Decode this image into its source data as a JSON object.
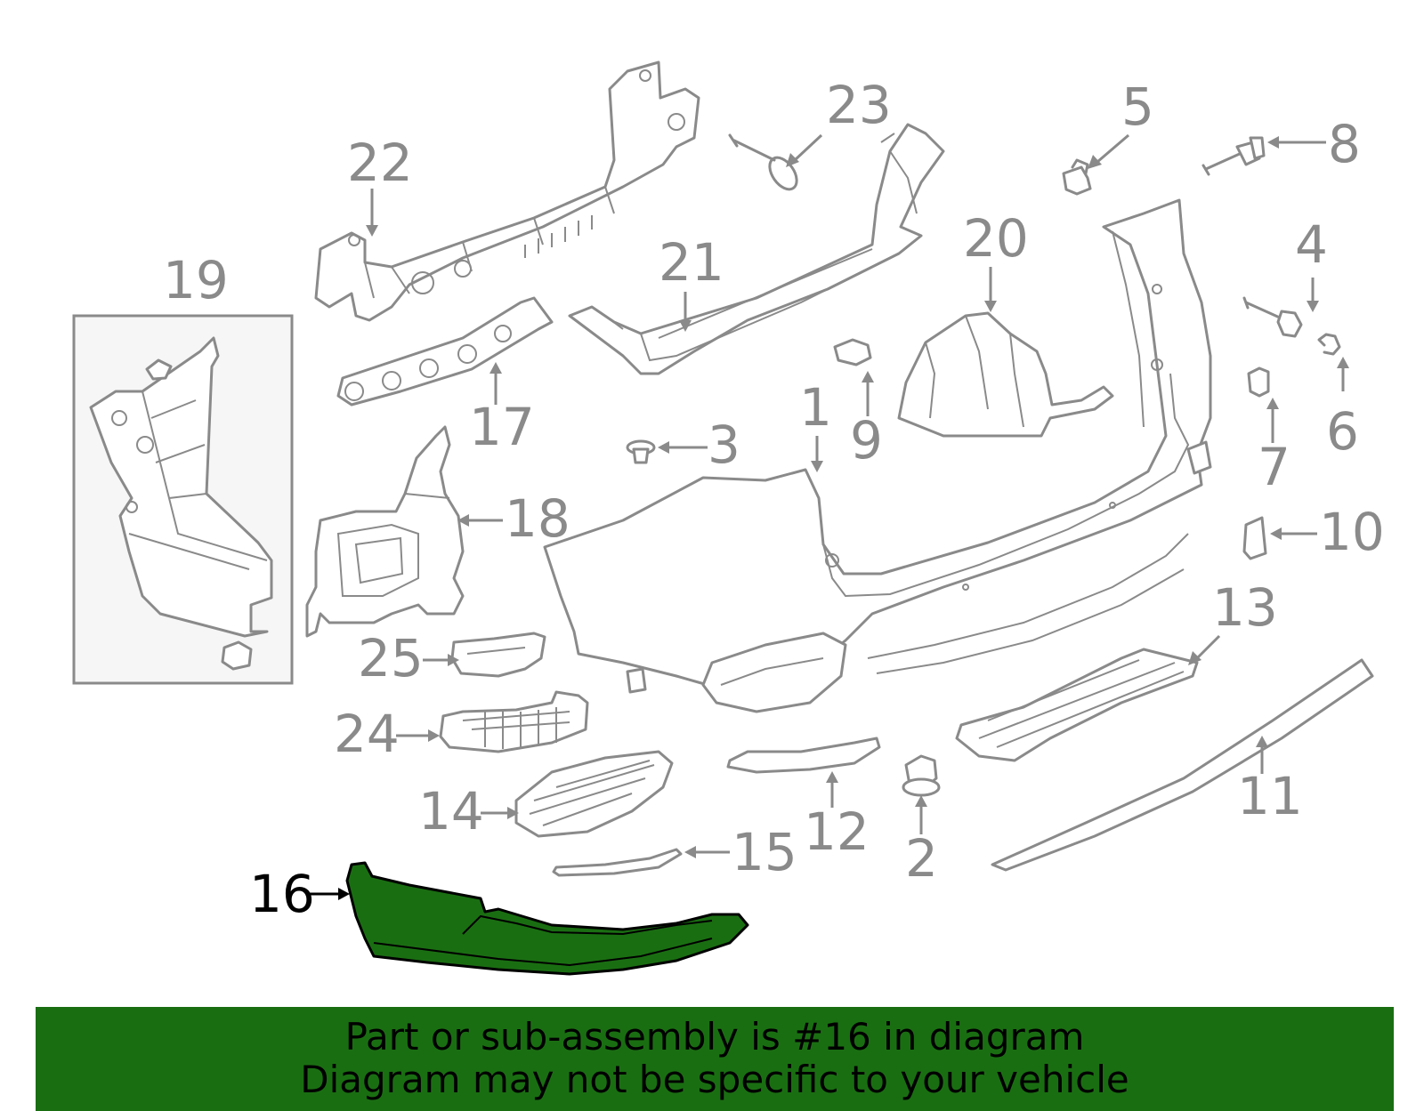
{
  "callouts": [
    "1",
    "2",
    "3",
    "4",
    "5",
    "6",
    "7",
    "8",
    "9",
    "10",
    "11",
    "12",
    "13",
    "14",
    "15",
    "16",
    "17",
    "18",
    "19",
    "20",
    "21",
    "22",
    "23",
    "24",
    "25"
  ],
  "highlighted_part": "16",
  "colors": {
    "highlight": "#1a6e12",
    "line": "#8a8a8a",
    "inset_bg": "#f6f6f6"
  },
  "banner": {
    "line1": "Part or sub-assembly is #16 in diagram",
    "line2": "Diagram may not be specific to your vehicle"
  }
}
